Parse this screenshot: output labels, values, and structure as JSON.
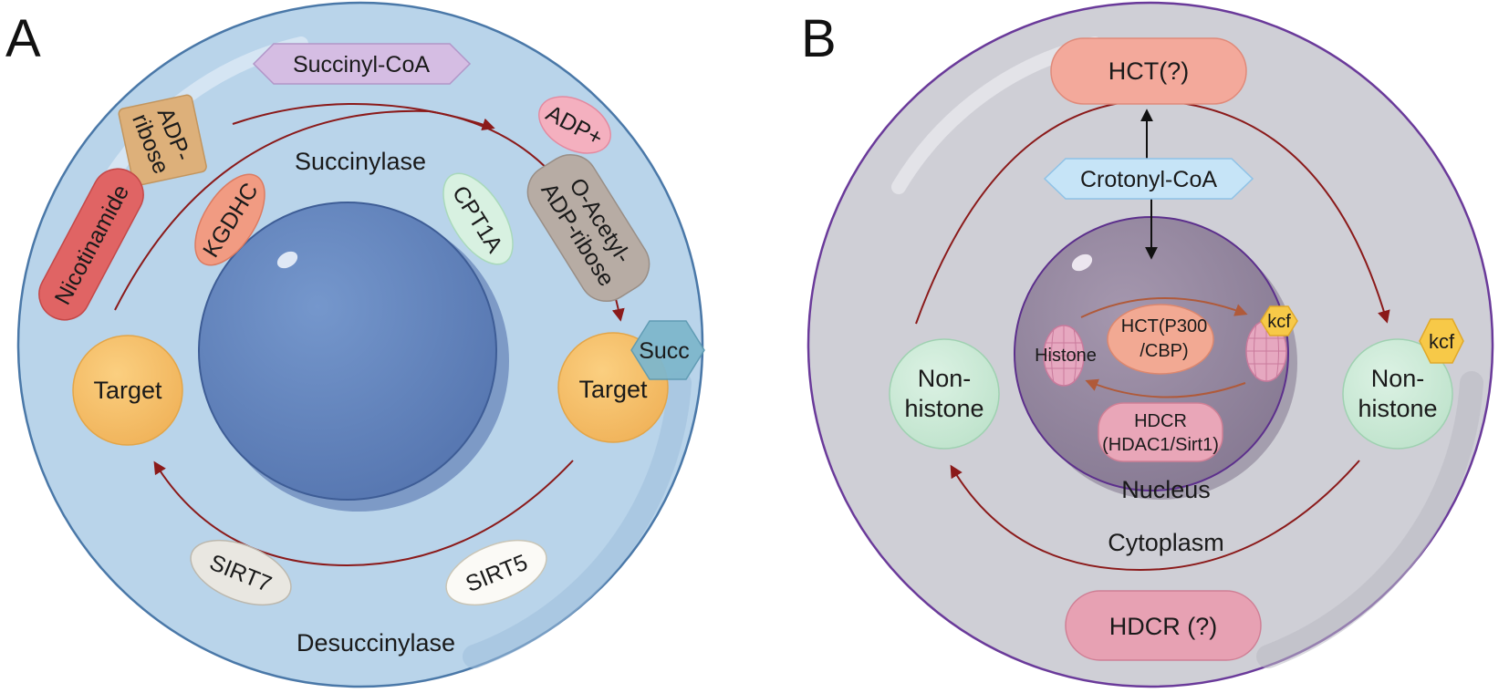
{
  "panel_a": {
    "letter": "A",
    "succinyl_coa": "Succinyl-CoA",
    "adp_ribose_1": "ADP-",
    "adp_ribose_2": "ribose",
    "adp_plus": "ADP+",
    "nicotinamide": "Nicotinamide",
    "kgdhc": "KGDHC",
    "cpt1a": "CPT1A",
    "oacetyl_1": "O-Acetyl-",
    "oacetyl_2": "ADP-ribose",
    "succinylase": "Succinylase",
    "target_left": "Target",
    "target_right": "Target",
    "succ": "Succ",
    "sirt7": "SIRT7",
    "sirt5": "SIRT5",
    "desuccinylase": "Desuccinylase"
  },
  "panel_b": {
    "letter": "B",
    "hct_q": "HCT(?)",
    "crotonyl_coa": "Crotonyl-CoA",
    "histone": "Histone",
    "hct_p300_1": "HCT(P300",
    "hct_p300_2": "/CBP)",
    "kcf_inner": "kcf",
    "hdcr_inner_1": "HDCR",
    "hdcr_inner_2": "(HDAC1/Sirt1)",
    "nucleus": "Nucleus",
    "nonhistone_left_1": "Non-",
    "nonhistone_left_2": "histone",
    "nonhistone_right_1": "Non-",
    "nonhistone_right_2": "histone",
    "kcf_outer": "kcf",
    "cytoplasm": "Cytoplasm",
    "hdcr_q": "HDCR (?)"
  },
  "colors": {
    "cell_a": "#b9d4ea",
    "nucleus_a": "#6a8cc4",
    "cell_b": "#cfcfd6",
    "nucleus_b": "#9c8fa6",
    "arrow": "#8b1a1a",
    "target": "#f5c06a",
    "nonhistone": "#cdebd9",
    "kcf": "#f7c948"
  }
}
